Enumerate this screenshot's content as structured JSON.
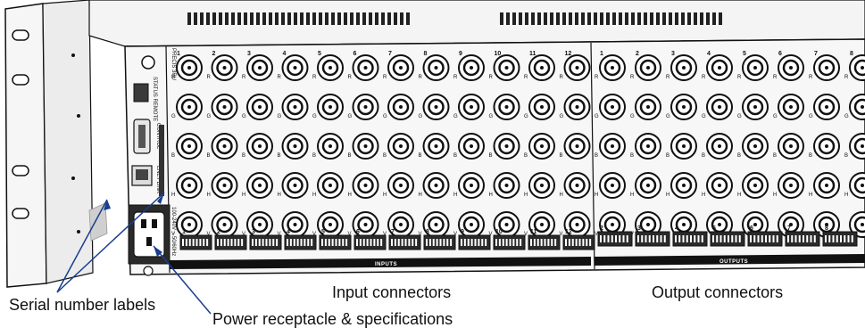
{
  "device": {
    "model": "PRECIS 3RU",
    "port_labels": {
      "status_remote": "STATUS REMOTE",
      "control": "CONTROL",
      "ethernet": "ENET LINK",
      "power_rating": "100-240V ~ 50/60Hz"
    },
    "bnc_row_labels": [
      "R",
      "G",
      "B",
      "H",
      "V"
    ],
    "input_numbers": [
      "1",
      "2",
      "3",
      "4",
      "5",
      "6",
      "7",
      "8",
      "9",
      "10",
      "11",
      "12"
    ],
    "output_numbers": [
      "1",
      "2",
      "3",
      "4",
      "5",
      "6",
      "7",
      "8"
    ],
    "terminal_input_numbers": [
      "1",
      "2",
      "3",
      "4",
      "5",
      "6",
      "7",
      "8",
      "9",
      "10",
      "11",
      "12"
    ],
    "terminal_output_numbers": [
      "2",
      "3",
      "4",
      "5",
      "6",
      "7",
      "8"
    ],
    "section_inputs": "INPUTS",
    "section_outputs": "OUTPUTS"
  },
  "callouts": {
    "serial": "Serial number labels",
    "power": "Power receptacle & specifications",
    "inputs": "Input connectors",
    "outputs": "Output connectors"
  },
  "colors": {
    "metal": "#f4f4f4",
    "outline": "#111111",
    "vent": "#222222",
    "callout_arrow": "#1a3d8f",
    "terminal": "#2a2a2a"
  }
}
